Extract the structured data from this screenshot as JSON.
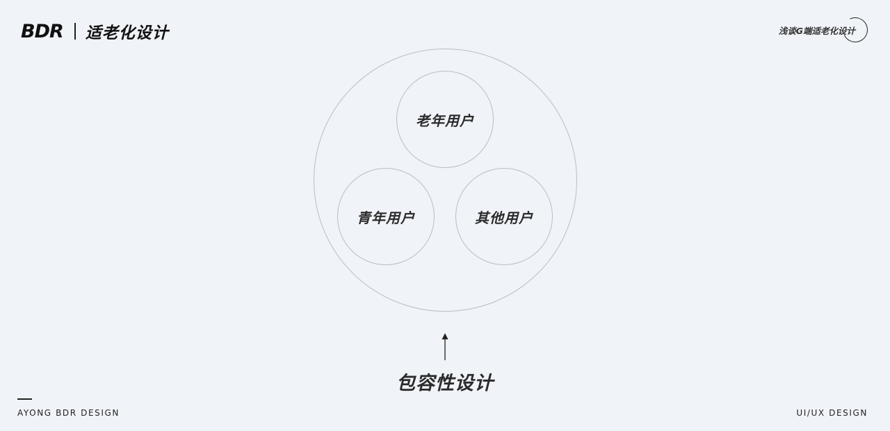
{
  "header": {
    "logo_text": "BDR",
    "brand_subtitle": "适老化设计",
    "series_title": "浅谈G端适老化设计"
  },
  "diagram": {
    "inner_circles": [
      "老年用户",
      "青年用户",
      "其他用户"
    ],
    "bottom_label": "包容性设计"
  },
  "footer": {
    "left_text": "AYONG BDR DESIGN",
    "right_text": "UI/UX DESIGN"
  },
  "colors": {
    "background": "#f0f3f8",
    "circle_stroke": "#b9bec6",
    "accent_dot": "#e02020",
    "text": "#2b2b2b"
  }
}
